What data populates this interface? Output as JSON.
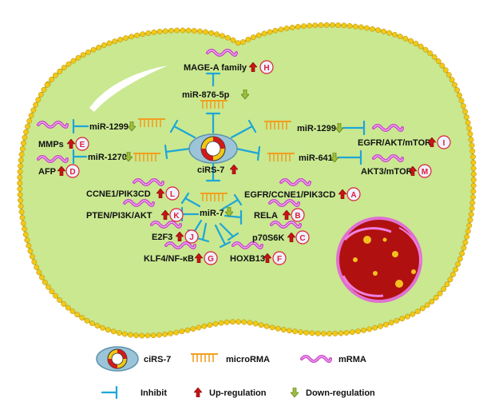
{
  "center": {
    "label": "ciRS-7"
  },
  "mirnas": {
    "m876": "miR-876-5p",
    "m1299l": "miR-1299",
    "m1270": "miR-1270",
    "m1299r": "miR-1299",
    "m641": "miR-641",
    "m7": "miR-7"
  },
  "targets": {
    "H": {
      "label": "MAGE-A family",
      "letter": "H"
    },
    "E": {
      "label": "MMPs",
      "letter": "E"
    },
    "D": {
      "label": "AFP",
      "letter": "D"
    },
    "I": {
      "label": "EGFR/AKT/mTOR",
      "letter": "I"
    },
    "M": {
      "label": "AKT3/mTOR",
      "letter": "M"
    },
    "L": {
      "label": "CCNE1/PIK3CD",
      "letter": "L"
    },
    "A": {
      "label": "EGFR/CCNE1/PIK3CD",
      "letter": "A"
    },
    "K": {
      "label": "PTEN/PI3K/AKT",
      "letter": "K"
    },
    "B": {
      "label": "RELA",
      "letter": "B"
    },
    "J": {
      "label": "E2F3",
      "letter": "J"
    },
    "C": {
      "label": "p70S6K",
      "letter": "C"
    },
    "G": {
      "label": "KLF4/NF-κB",
      "letter": "G"
    },
    "F": {
      "label": "HOXB13",
      "letter": "F"
    }
  },
  "legend": {
    "circ": "ciRS-7",
    "micro": "microRMA",
    "mrna": "mRMA",
    "inhibit": "Inhibit",
    "up": "Up-regulation",
    "down": "Down-regulation"
  },
  "colors": {
    "cell_fill": "#c9e890",
    "membrane_dot": "#f2c81a",
    "membrane_line": "#8fb844",
    "inhibit_line": "#1ea6d8",
    "microrna": "#f0a020",
    "mrna": "#cc44cc",
    "up_arrow": "#c81414",
    "down_arrow": "#9ec03a",
    "badge_text": "#e0203a",
    "nucleus": "#b01010",
    "nucleus_edge": "#e070d0"
  }
}
